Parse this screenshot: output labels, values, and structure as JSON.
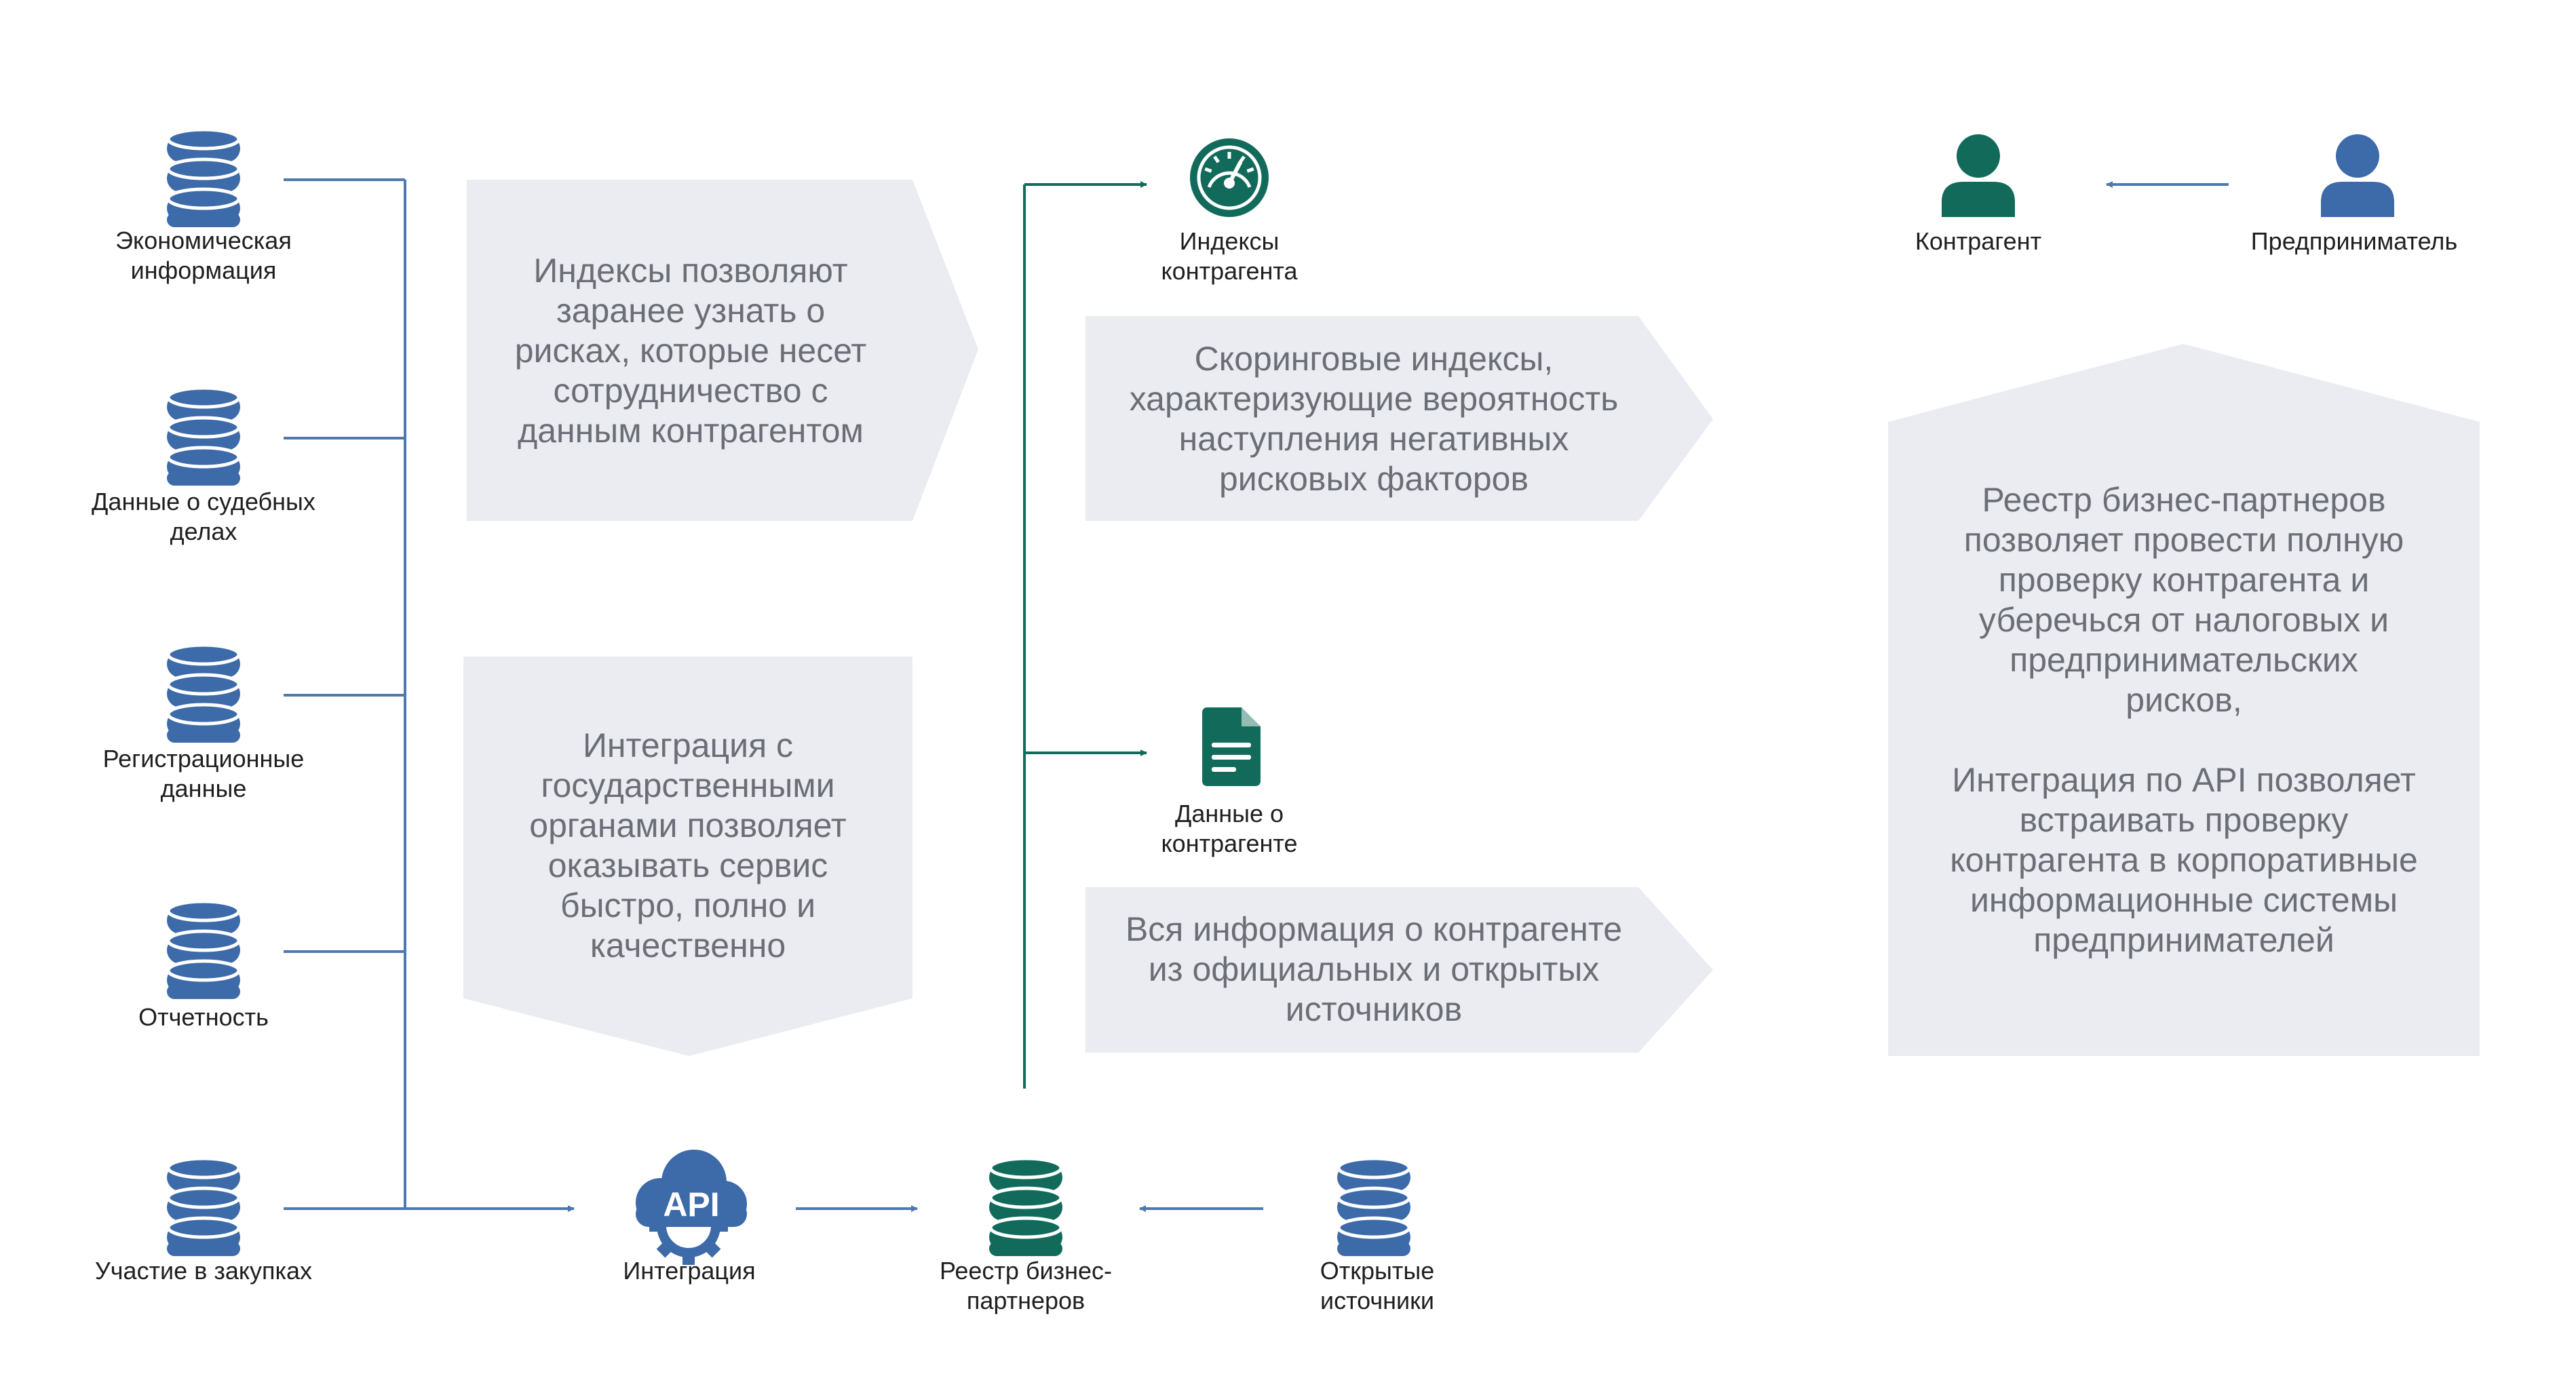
{
  "colors": {
    "blue": "#3d6aa8",
    "teal": "#126b5a",
    "panel": "#eaecf1",
    "line_blue": "#4f78b0",
    "line_teal": "#126b5a",
    "text": "#1f1f1f",
    "note_text": "#6b6e76"
  },
  "sources": [
    {
      "icon": "database-icon",
      "label": "Экономическая\nинформация"
    },
    {
      "icon": "database-icon",
      "label": "Данные о судебных\nделах"
    },
    {
      "icon": "database-icon",
      "label": "Регистрационные\nданные"
    },
    {
      "icon": "database-icon",
      "label": "Отчетность"
    },
    {
      "icon": "database-icon",
      "label": "Участие в закупках"
    }
  ],
  "integration": {
    "icon": "api-cloud-gear-icon",
    "badge": "API",
    "label": "Интеграция"
  },
  "registry": {
    "icon": "database-icon",
    "label": "Реестр бизнес-\nпартнеров"
  },
  "open_sources": {
    "icon": "database-icon",
    "label": "Открытые\nисточники"
  },
  "outputs": {
    "indices": {
      "icon": "gauge-icon",
      "label": "Индексы\nконтрагента"
    },
    "data": {
      "icon": "document-icon",
      "label": "Данные о\nконтрагенте"
    }
  },
  "people": {
    "counterparty": {
      "icon": "person-icon",
      "label": "Контрагент"
    },
    "entrepreneur": {
      "icon": "person-icon",
      "label": "Предприниматель"
    }
  },
  "notes": {
    "indices_note": "Индексы позволяют\nзаранее узнать о\nрисках, которые несет\nсотрудничество с\nданным контрагентом",
    "integration_note": "Интеграция с\nгосударственными\nорганами позволяет\nоказывать сервис\nбыстро, полно и\nкачественно",
    "scoring_note": "Скоринговые индексы,\nхарактеризующие вероятность\nнаступления негативных\nрисковых факторов",
    "info_note": "Вся информация о контрагенте\nиз официальных и открытых\nисточников",
    "registry_note": "Реестр бизнес-партнеров\nпозволяет провести полную\nпроверку контрагента и\nуберечься от налоговых и\nпредпринимательских\nрисков,\n\nИнтеграция по API позволяет\nвстраивать проверку\nконтрагента в корпоративные\nинформационные системы\nпредпринимателей"
  }
}
